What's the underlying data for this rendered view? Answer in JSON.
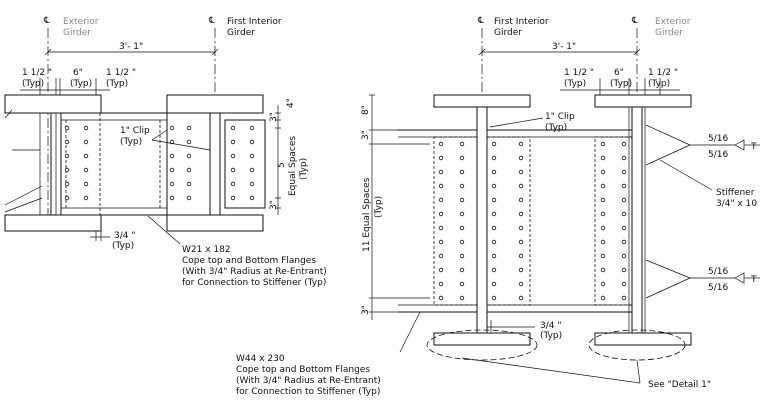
{
  "left": {
    "exterior_girder_label": [
      "Exterior",
      "Girder"
    ],
    "interior_girder_label": [
      "First Interior",
      "Girder"
    ],
    "girder_spacing": "3'- 1\"",
    "dim_1_5_a": "1 1/2 \"",
    "dim_1_5_a_typ": "(Typ)",
    "dim_6": "6\"",
    "dim_6_typ": "(Typ)",
    "dim_1_5_b": "1 1/2 \"",
    "dim_1_5_b_typ": "(Typ)",
    "clip": [
      "1\" Clip",
      "(Typ)"
    ],
    "dim_3_top": "3\"",
    "dim_4": "4\"",
    "dim_3_bottom": "3\"",
    "equal_spaces": [
      "5",
      "Equal Spaces",
      "(Typ)"
    ],
    "dim_3_4": "3/4 \"",
    "dim_3_4_typ": "(Typ)",
    "beam_note": [
      "W21 x 182",
      "Cope top and Bottom  Flanges",
      "(With 3/4\" Radius at Re-Entrant)",
      "for Connection to Stiffener (Typ)"
    ]
  },
  "right": {
    "interior_girder_label": [
      "First Interior",
      "Girder"
    ],
    "exterior_girder_label": [
      "Exterior",
      "Girder"
    ],
    "girder_spacing": "3'- 1\"",
    "dim_1_5_a": "1 1/2 \"",
    "dim_1_5_a_typ": "(Typ)",
    "dim_6": "6\"",
    "dim_6_typ": "(Typ)",
    "dim_1_5_b": "1 1/2 \"",
    "dim_1_5_b_typ": "(Typ)",
    "dim_8": "8\"",
    "dim_3_top": "3\"",
    "dim_3_bottom": "3\"",
    "clip": [
      "1\" Clip",
      "(Typ)"
    ],
    "equal_spaces": [
      "11 Equal Spaces",
      "(Typ)"
    ],
    "dim_3_4": "3/4 \"",
    "dim_3_4_typ": "(Typ)",
    "weld_top": [
      "5/16",
      "5/16"
    ],
    "weld_bottom": [
      "5/16",
      "5/16"
    ],
    "weld_tail": "T",
    "stiffener": [
      "Stiffener",
      "3/4\" x 10"
    ],
    "beam_note": [
      "W44 x 230",
      "Cope top and Bottom  Flanges",
      "(With 3/4\" Radius at Re-Entrant)",
      "for Connection to Stiffener (Typ)"
    ],
    "detail_ref": "See \"Detail 1\""
  },
  "symbols": {
    "centerline": "centerline-symbol"
  }
}
